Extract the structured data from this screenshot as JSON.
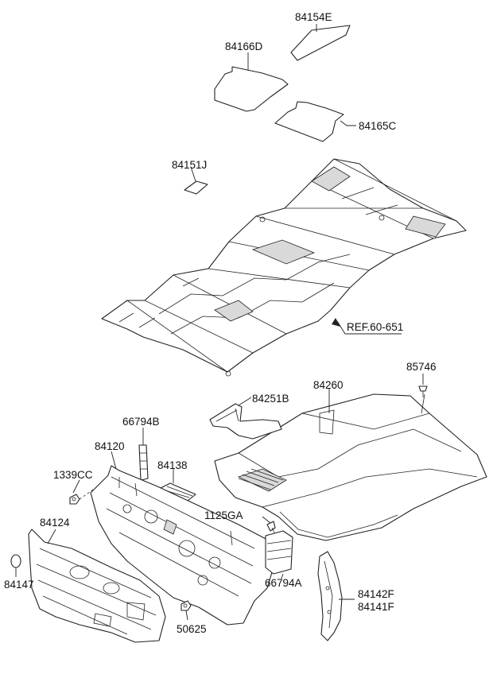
{
  "parts": {
    "p84154E": "84154E",
    "p84166D": "84166D",
    "p84165C": "84165C",
    "p84151J": "84151J",
    "ref": "REF.60-651",
    "p85746": "85746",
    "p84260": "84260",
    "p84251B": "84251B",
    "p66794B": "66794B",
    "p84120": "84120",
    "p84138": "84138",
    "p1339CC": "1339CC",
    "p1125GA": "1125GA",
    "p84124": "84124",
    "p84147": "84147",
    "p66794A": "66794A",
    "p84142F": "84142F",
    "p84141F": "84141F",
    "p50625": "50625"
  }
}
